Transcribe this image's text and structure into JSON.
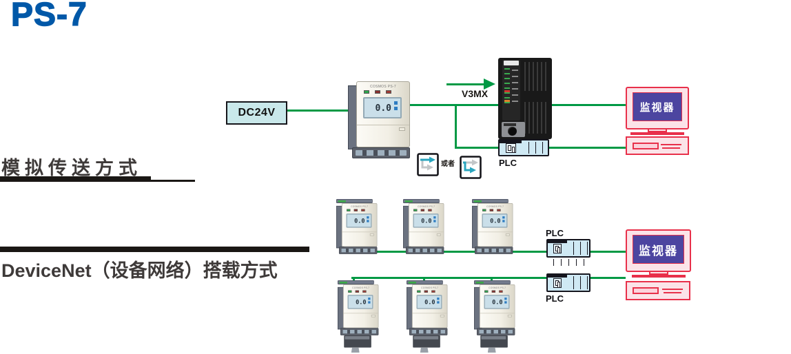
{
  "page": {
    "product_title": "PS-7"
  },
  "sections": {
    "analog": {
      "heading": "模拟传送方式",
      "power_supply_label": "DC24V",
      "converter_label": "V3MX",
      "or_label": "或者",
      "plc_label": "PLC",
      "monitor_label": "监视器"
    },
    "devicenet": {
      "heading": "DeviceNet（设备网络）搭载方式",
      "plc_upper_label": "PLC",
      "plc_lower_label": "PLC",
      "monitor_label": "监视器"
    }
  },
  "sensor": {
    "brand_label": "COSMOS PS-7",
    "lcd_value": "0.0"
  },
  "icons": {
    "analog_straight_output": "straight-arrow-icon",
    "analog_branch_output": "branch-arrow-icon"
  },
  "colors": {
    "title_blue": "#0058A8",
    "wire_green": "#009944",
    "pc_outline_red": "#E8304A",
    "screen_purple": "#4C45A0",
    "heading_gray": "#3E3A39",
    "power_box_fill": "#C9E8EA",
    "plc_fill": "#CFE9F4"
  }
}
